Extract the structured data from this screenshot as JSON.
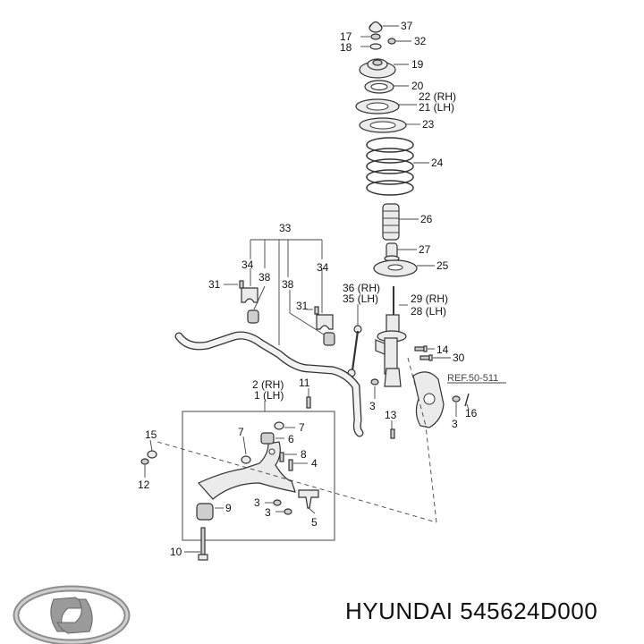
{
  "labels": {
    "l37": "37",
    "l17": "17",
    "l18": "18",
    "l32": "32",
    "l19": "19",
    "l20": "20",
    "l22": "22 (RH)",
    "l21": "21 (LH)",
    "l23": "23",
    "l24": "24",
    "l26": "26",
    "l33": "33",
    "l27": "27",
    "l25": "25",
    "l34a": "34",
    "l34b": "34",
    "l31a": "31",
    "l31b": "31",
    "l38a": "38",
    "l38b": "38",
    "l36": "36 (RH)",
    "l35": "35 (LH)",
    "l29": "29 (RH)",
    "l28": "28 (LH)",
    "l14": "14",
    "l30": "30",
    "l2": "2 (RH)",
    "l1": "1 (LH)",
    "l11": "11",
    "l3a": "3",
    "l3b": "3",
    "l3c": "3",
    "l3d": "3",
    "l13": "13",
    "l16": "16",
    "l15": "15",
    "l7a": "7",
    "l7b": "7",
    "l6": "6",
    "l8": "8",
    "l4": "4",
    "l12": "12",
    "l9": "9",
    "l5": "5",
    "l10": "10",
    "ref": "REF.50-511"
  },
  "brand": {
    "logo": "hyundai-logo-icon",
    "caption": "HYUNDAI 545624D000"
  },
  "colors": {
    "logo": "#9a9a9a",
    "line": "#333333"
  }
}
